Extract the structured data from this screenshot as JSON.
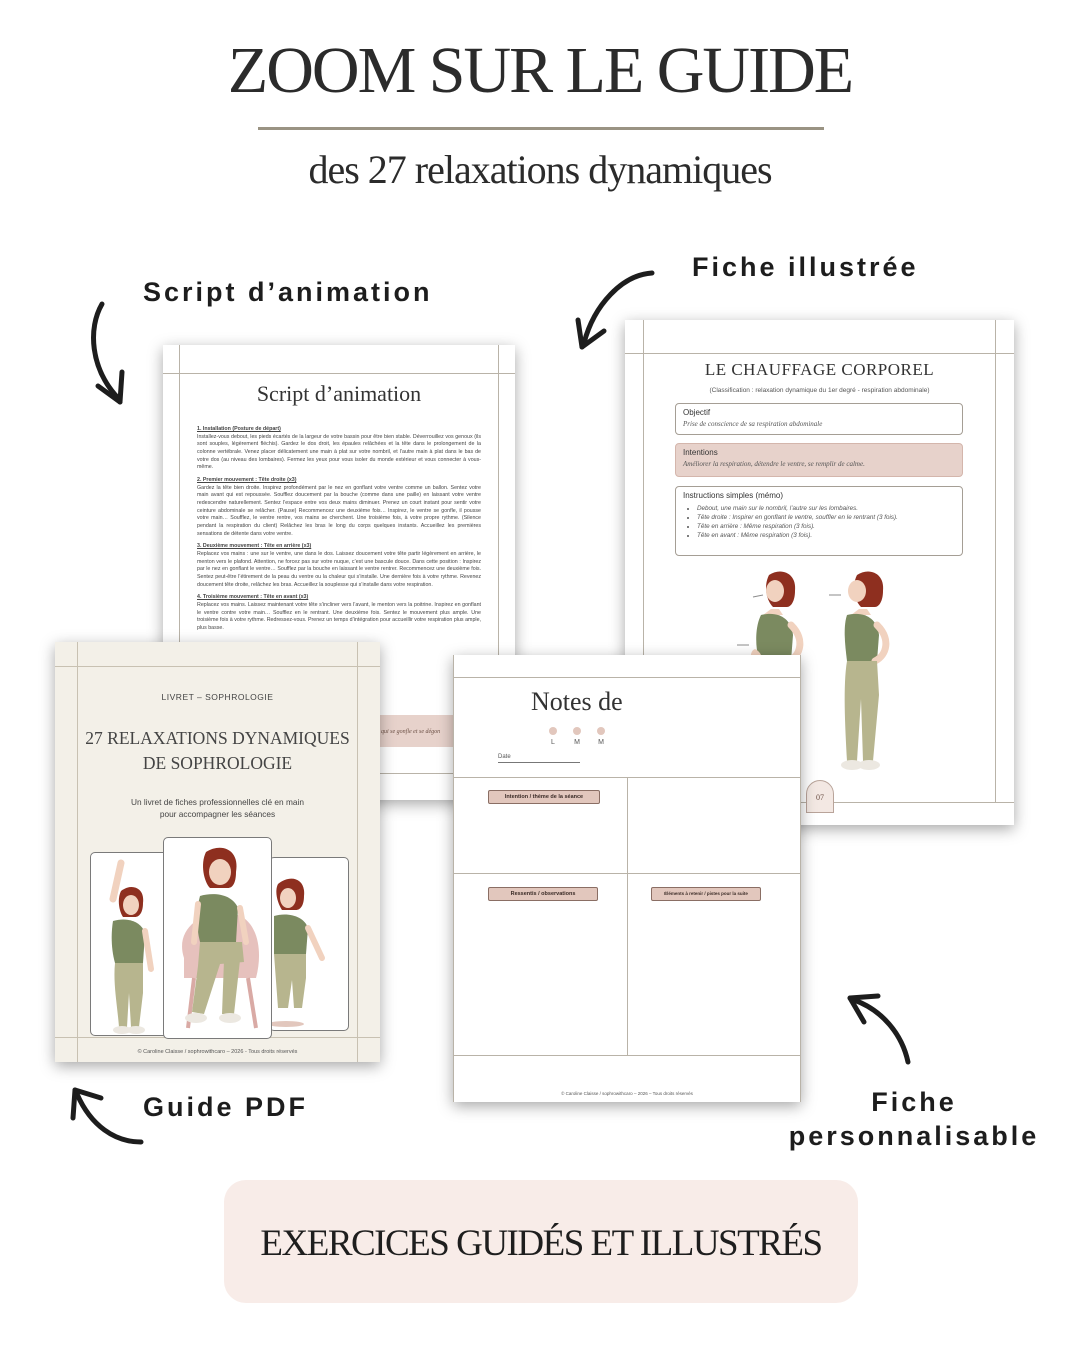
{
  "header": {
    "title": "ZOOM SUR LE GUIDE",
    "subtitle": "des 27 relaxations dynamiques"
  },
  "labels": {
    "script": "Script d’animation",
    "fiche_illustree": "Fiche illustrée",
    "guide_pdf": "Guide PDF",
    "fiche_perso_line1": "Fiche",
    "fiche_perso_line2": "personnalisable"
  },
  "script_doc": {
    "title": "Script d’animation",
    "sections": [
      {
        "heading": "1. Installation (Posture de départ)",
        "text": "Installez-vous debout, les pieds écartés de la largeur de votre bassin pour être bien stable. Déverrouillez vos genoux (ils sont souples, légèrement fléchis). Gardez le dos droit, les épaules relâchées et la tête dans le prolongement de la colonne vertébrale. Venez placer délicatement une main à plat sur votre nombril, et l’autre main à plat dans le bas de votre dos (au niveau des lombaires). Fermez les yeux pour vous isoler du monde extérieur et vous connecter à vous-même."
      },
      {
        "heading": "2. Premier mouvement : Tête droite (x3)",
        "text": "Gardez la tête bien droite. Inspirez profondément par le nez en gonflant votre ventre comme un ballon. Sentez votre main avant qui est repoussée. Soufflez doucement par la bouche (comme dans une paille) en laissant votre ventre redescendre naturellement. Sentez l’espace entre vos deux mains diminuer. Prenez un court instant pour sentir votre ceinture abdominale se relâcher. (Pause) Recommencez une deuxième fois… Inspirez, le ventre se gonfle, il pousse votre main… Soufflez, le ventre rentre, vos mains se cherchent. Une troisième fois, à votre propre rythme. (Silence pendant la respiration du client) Relâchez les bras le long du corps quelques instants. Accueillez les premières sensations de détente dans votre ventre."
      },
      {
        "heading": "3. Deuxième mouvement : Tête en arrière (x3)",
        "text": "Replacez vos mains : une sur le ventre, une dans le dos. Laissez doucement votre tête partir légèrement en arrière, le menton vers le plafond. Attention, ne forcez pas sur votre nuque, c’est une bascule douce. Dans cette position : Inspirez par le nez en gonflant le ventre… Soufflez par la bouche en laissant le ventre rentrer. Recommencez une deuxième fois. Sentez peut-être l’étirement de la peau du ventre ou la chaleur qui s’installe. Une dernière fois à votre rythme. Revenez doucement tête droite, relâchez les bras. Accueillez la souplesse qui s’installe dans votre respiration."
      },
      {
        "heading": "4. Troisième mouvement : Tête en avant (x3)",
        "text": "Replacez vos mains. Laissez maintenant votre tête s’incliner vers l’avant, le menton vers la poitrine. Inspirez en gonflant le ventre contre votre main… Soufflez en le rentrant. Une deuxième fois. Sentez le mouvement plus ample. Une troisième fois à votre rythme. Redressez-vous. Prenez un temps d’intégration pour accueillir votre respiration plus ample, plus basse."
      }
    ],
    "pink_text": "qui se gonfle et se dégon"
  },
  "fiche_doc": {
    "title": "LE CHAUFFAGE CORPOREL",
    "classification": "(Classification : relaxation dynamique du 1er degré - respiration abdominale)",
    "objectif_label": "Objectif",
    "objectif_value": "Prise de conscience de sa respiration abdominale",
    "intentions_label": "Intentions",
    "intentions_value": "Améliorer la respiration, détendre le ventre, se remplir de calme.",
    "instructions_label": "Instructions simples (mémo)",
    "instructions": [
      "Debout, une main sur le nombril, l’autre sur les lombaires.",
      "Tête droite : Inspirer en gonflant le ventre, souffler en le rentrant (3 fois).",
      "Tête en arrière : Même respiration (3 fois).",
      "Tête en avant : Même respiration (3 fois)."
    ],
    "page_number": "07"
  },
  "notes_doc": {
    "title": "Notes de",
    "days": [
      "L",
      "M",
      "M"
    ],
    "date_label": "Date",
    "intention_tag": "Intention / thème de la séance",
    "ressentis_tag": "Ressentis / observations",
    "elements_tag": "Éléments à retenir / pistes pour la suite",
    "footer": "© Caroline Claisse / sophrowithcaro – 2026 – Tous droits réservés"
  },
  "guide_cover": {
    "kicker": "LIVRET – SOPHROLOGIE",
    "title_line1": "27 RELAXATIONS DYNAMIQUES",
    "title_line2": "DE SOPHROLOGIE",
    "desc_line1": "Un livret de fiches professionnelles clé en main",
    "desc_line2": "pour accompagner les séances",
    "footer": "© Caroline Claisse / sophrowithcaro – 2026 - Tous droits réservés"
  },
  "banner": {
    "text": "EXERCICES GUIDÉS ET ILLUSTRÉS"
  },
  "colors": {
    "accent_pink": "#e7d2cb",
    "banner_bg": "#f8ece8",
    "rule": "#9a9383",
    "cover_bg": "#f3f0e8",
    "shirt": "#7b8a60",
    "pants": "#b7b58e",
    "hair": "#8e2f1f"
  }
}
